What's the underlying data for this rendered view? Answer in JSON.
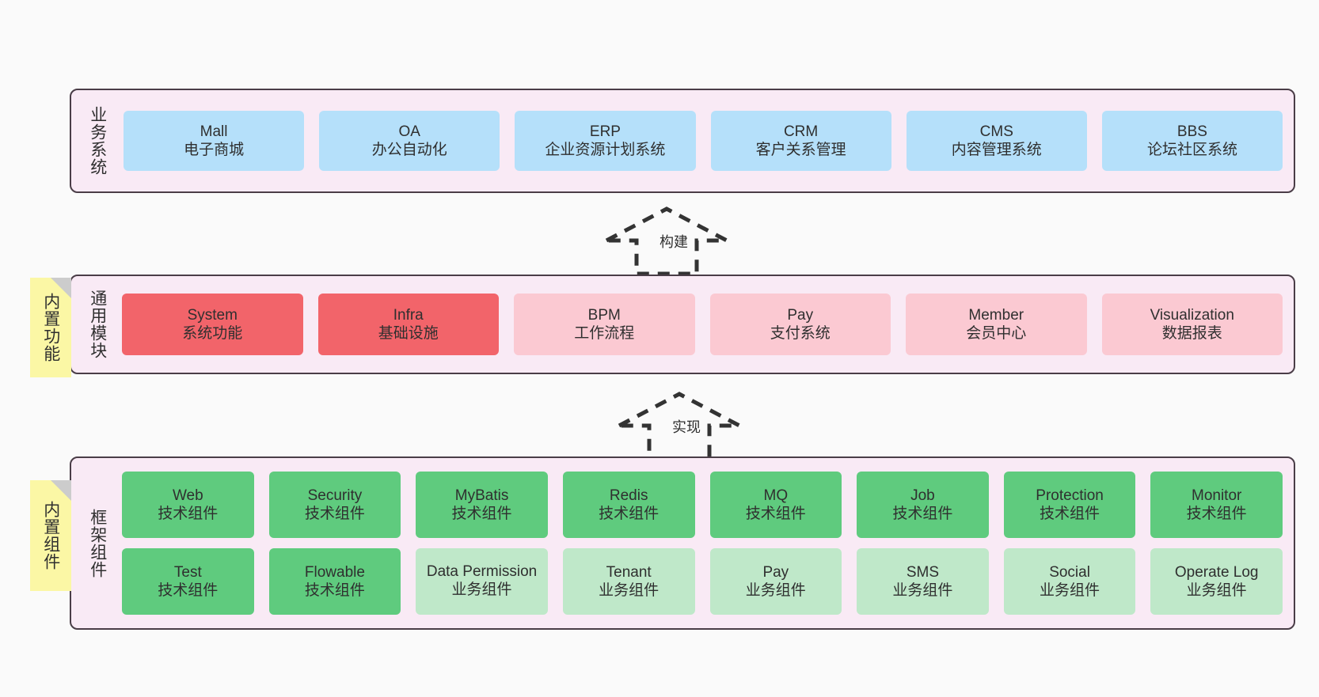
{
  "diagram": {
    "background_color": "#fafafa",
    "panel_fill": "#f9eaf5",
    "panel_border": "#4a3d47",
    "sticky_fill": "#fbf7a5"
  },
  "layers": [
    {
      "id": "business",
      "title": "业务系统",
      "rows": [
        [
          {
            "en": "Mall",
            "cn": "电子商城",
            "color": "#b5e0fa"
          },
          {
            "en": "OA",
            "cn": "办公自动化",
            "color": "#b5e0fa"
          },
          {
            "en": "ERP",
            "cn": "企业资源计划系统",
            "color": "#b5e0fa"
          },
          {
            "en": "CRM",
            "cn": "客户关系管理",
            "color": "#b5e0fa"
          },
          {
            "en": "CMS",
            "cn": "内容管理系统",
            "color": "#b5e0fa"
          },
          {
            "en": "BBS",
            "cn": "论坛社区系统",
            "color": "#b5e0fa"
          }
        ]
      ]
    },
    {
      "id": "modules",
      "title": "通用模块",
      "rows": [
        [
          {
            "en": "System",
            "cn": "系统功能",
            "color": "#f2646a"
          },
          {
            "en": "Infra",
            "cn": "基础设施",
            "color": "#f2646a"
          },
          {
            "en": "BPM",
            "cn": "工作流程",
            "color": "#fbc9d2"
          },
          {
            "en": "Pay",
            "cn": "支付系统",
            "color": "#fbc9d2"
          },
          {
            "en": "Member",
            "cn": "会员中心",
            "color": "#fbc9d2"
          },
          {
            "en": "Visualization",
            "cn": "数据报表",
            "color": "#fbc9d2"
          }
        ]
      ]
    },
    {
      "id": "framework",
      "title": "框架组件",
      "rows": [
        [
          {
            "en": "Web",
            "cn": "技术组件",
            "color": "#5fcb7e"
          },
          {
            "en": "Security",
            "cn": "技术组件",
            "color": "#5fcb7e"
          },
          {
            "en": "MyBatis",
            "cn": "技术组件",
            "color": "#5fcb7e"
          },
          {
            "en": "Redis",
            "cn": "技术组件",
            "color": "#5fcb7e"
          },
          {
            "en": "MQ",
            "cn": "技术组件",
            "color": "#5fcb7e"
          },
          {
            "en": "Job",
            "cn": "技术组件",
            "color": "#5fcb7e"
          },
          {
            "en": "Protection",
            "cn": "技术组件",
            "color": "#5fcb7e"
          },
          {
            "en": "Monitor",
            "cn": "技术组件",
            "color": "#5fcb7e"
          }
        ],
        [
          {
            "en": "Test",
            "cn": "技术组件",
            "color": "#5fcb7e"
          },
          {
            "en": "Flowable",
            "cn": "技术组件",
            "color": "#5fcb7e"
          },
          {
            "en": "Data Permission",
            "cn": "业务组件",
            "color": "#bfe8c9"
          },
          {
            "en": "Tenant",
            "cn": "业务组件",
            "color": "#bfe8c9"
          },
          {
            "en": "Pay",
            "cn": "业务组件",
            "color": "#bfe8c9"
          },
          {
            "en": "SMS",
            "cn": "业务组件",
            "color": "#bfe8c9"
          },
          {
            "en": "Social",
            "cn": "业务组件",
            "color": "#bfe8c9"
          },
          {
            "en": "Operate Log",
            "cn": "业务组件",
            "color": "#bfe8c9"
          }
        ]
      ]
    }
  ],
  "sticky_notes": [
    {
      "id": "modules",
      "text": "内置功能"
    },
    {
      "id": "framework",
      "text": "内置组件"
    }
  ],
  "connectors": [
    {
      "id": "build",
      "label": "构建"
    },
    {
      "id": "impl",
      "label": "实现"
    }
  ]
}
